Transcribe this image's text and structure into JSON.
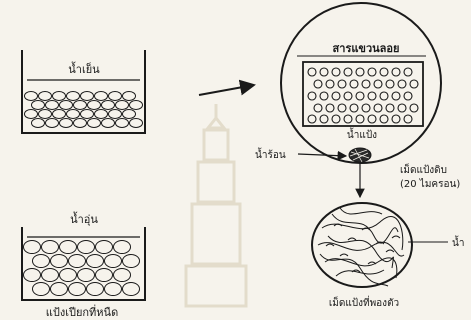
{
  "labels": {
    "cold_water": "น้ำเย็น",
    "warm_water": "น้ำอุ่น",
    "wet_sticky_starch": "แป้งเปียกที่หนืด",
    "suspension": "สารแขวนลอย",
    "starch_in_water": "น้ำแป้ง",
    "hot_water": "น้ำร้อน",
    "raw_granule": "เม็ดแป้งดิบ",
    "granule_size": "(20 ไมครอน)",
    "swollen_granule": "เม็ดแป้งที่พองตัว",
    "water": "น้ำ"
  },
  "colors": {
    "ink": "#1a1a1a",
    "paper": "#f6f3ec",
    "watermark": "#e3dccb"
  },
  "icons": {
    "watermark": "temple-watermark",
    "arrow": "right-arrow"
  }
}
